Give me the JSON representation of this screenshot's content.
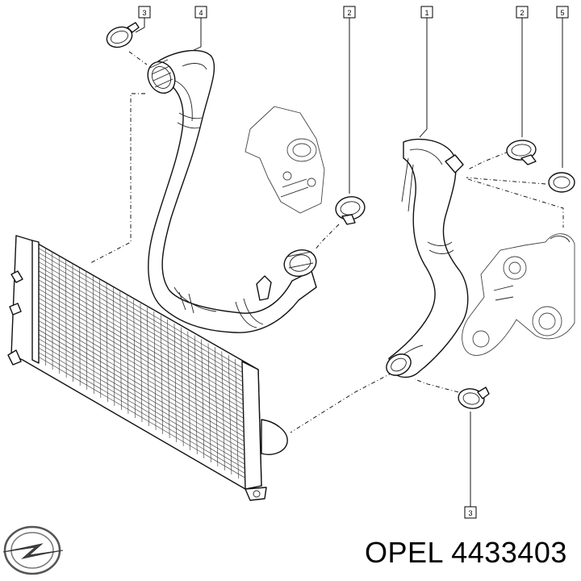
{
  "callouts": {
    "c1": "3",
    "c2": "4",
    "c3": "2",
    "c4": "1",
    "c5": "2",
    "c6": "5",
    "c7": "3"
  },
  "brand": {
    "logo_icon": "opel-logo-icon",
    "part_label": "OPEL 4433403"
  }
}
